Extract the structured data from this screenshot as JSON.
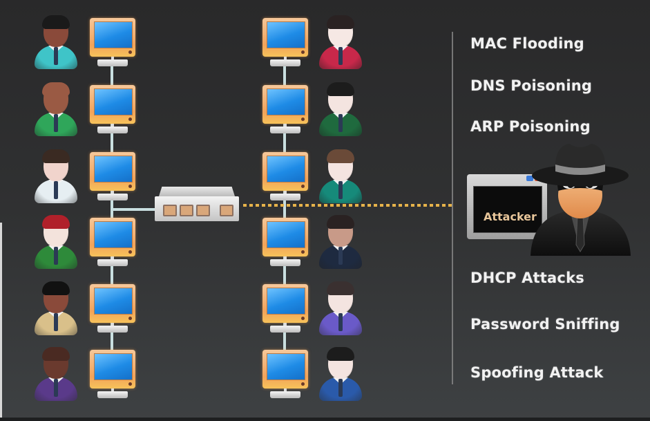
{
  "diagram": {
    "title": "Switch-based LAN attack surface",
    "left_column": {
      "users": [
        {
          "label": "user-teal-shirt",
          "shirt_color": "#3fc4c8",
          "skin": "#8a4a3a",
          "hair": "#1a1a1a"
        },
        {
          "label": "user-green-hawaiian",
          "shirt_color": "#2fa65a",
          "skin": "#9a5a44",
          "hair": "#9a5a44"
        },
        {
          "label": "user-white-shirt-tie",
          "shirt_color": "#e6eef2",
          "skin": "#f1d4cc",
          "hair": "#3a2a22"
        },
        {
          "label": "user-red-cap",
          "shirt_color": "#2e8a3a",
          "skin": "#f3e3dc",
          "hair": "#b0202a"
        },
        {
          "label": "user-tan-suit",
          "shirt_color": "#d9c08a",
          "skin": "#8a4a3a",
          "hair": "#111111"
        },
        {
          "label": "user-purple-headset",
          "shirt_color": "#5a3a8a",
          "skin": "#6a3a2e",
          "hair": "#4a2a22"
        }
      ]
    },
    "right_column": {
      "users": [
        {
          "label": "user-woman-red-jacket",
          "shirt_color": "#c8284a",
          "skin": "#f6e8e4",
          "hair": "#2a2222"
        },
        {
          "label": "user-green-suit",
          "shirt_color": "#1f6a3e",
          "skin": "#f4e4e0",
          "hair": "#1c1c1c"
        },
        {
          "label": "user-teal-suit",
          "shirt_color": "#168a7a",
          "skin": "#f4e4e0",
          "hair": "#6a4a38"
        },
        {
          "label": "user-dark-suit",
          "shirt_color": "#1e2a40",
          "skin": "#c89a88",
          "hair": "#2a2222"
        },
        {
          "label": "user-woman-purple-uniform",
          "shirt_color": "#6a5ac8",
          "skin": "#f4e4e0",
          "hair": "#3a3030"
        },
        {
          "label": "user-blue-suit-striped-tie",
          "shirt_color": "#2a5aaa",
          "skin": "#f4e4e0",
          "hair": "#1c1c1c"
        }
      ]
    },
    "switch": {
      "ports": 4
    },
    "attacker": {
      "label": "Attacker"
    },
    "attacks_top": [
      "MAC Flooding",
      "DNS Poisoning",
      "ARP Poisoning"
    ],
    "attacks_bottom": [
      "DHCP Attacks",
      "Password Sniffing",
      "Spoofing Attack"
    ],
    "colors": {
      "background": "#2e2f30",
      "link": "#c9dfe0",
      "attack_path": "#e6b34a",
      "monitor_frame": "#f2a35a",
      "monitor_screen": "#1e8be6",
      "text": "#f2f2f2"
    }
  }
}
